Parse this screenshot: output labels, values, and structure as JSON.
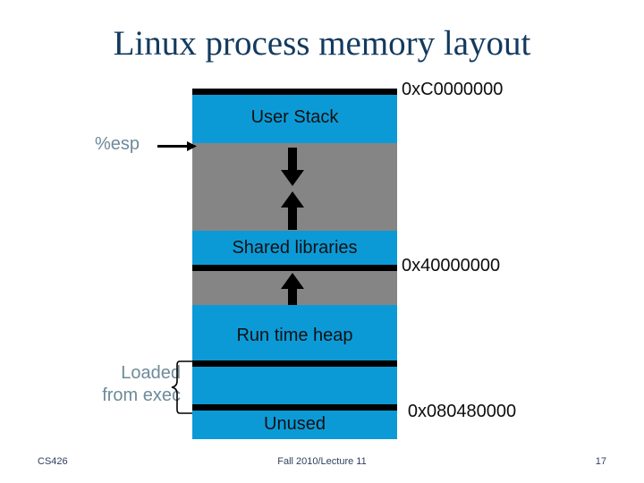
{
  "slide": {
    "title": "Linux process memory layout"
  },
  "diagram": {
    "name": "linux-process-memory-layout",
    "bands": [
      {
        "id": "top-rule",
        "kind": "rule",
        "label": ""
      },
      {
        "id": "user-stack",
        "kind": "blue",
        "label": "User Stack"
      },
      {
        "id": "stack-gap",
        "kind": "gray",
        "label": ""
      },
      {
        "id": "shared-libraries",
        "kind": "blue",
        "label": "Shared libraries"
      },
      {
        "id": "libs-rule",
        "kind": "rule",
        "label": ""
      },
      {
        "id": "heap-gap",
        "kind": "gray",
        "label": ""
      },
      {
        "id": "run-time-heap",
        "kind": "blue",
        "label": "Run time heap"
      },
      {
        "id": "heap-rule",
        "kind": "rule",
        "label": ""
      },
      {
        "id": "loaded-segment",
        "kind": "blue",
        "label": ""
      },
      {
        "id": "unused-rule",
        "kind": "rule",
        "label": ""
      },
      {
        "id": "unused",
        "kind": "blue",
        "label": "Unused"
      }
    ],
    "arrows": [
      {
        "id": "stack-grows-down",
        "direction": "down"
      },
      {
        "id": "heap-grows-up",
        "direction": "up"
      },
      {
        "id": "libs-grows-up",
        "direction": "up"
      }
    ],
    "addresses": [
      {
        "id": "addr-top",
        "text": "0xC0000000"
      },
      {
        "id": "addr-middle",
        "text": "0x40000000"
      },
      {
        "id": "addr-bottom",
        "text": "0x080480000"
      }
    ]
  },
  "annotations": {
    "esp": "%esp",
    "loaded_from_exec_line1": "Loaded",
    "loaded_from_exec_line2": "from exec"
  },
  "footer": {
    "course": "CS426",
    "center": "Fall 2010/Lecture 11",
    "page": "17"
  },
  "colors": {
    "title": "#133A5E",
    "block_blue": "#0C9AD7",
    "gap_gray": "#858585",
    "rule_black": "#000000",
    "annotation_gray_blue": "#6E8A99",
    "footer_text": "#2F3E5C"
  }
}
